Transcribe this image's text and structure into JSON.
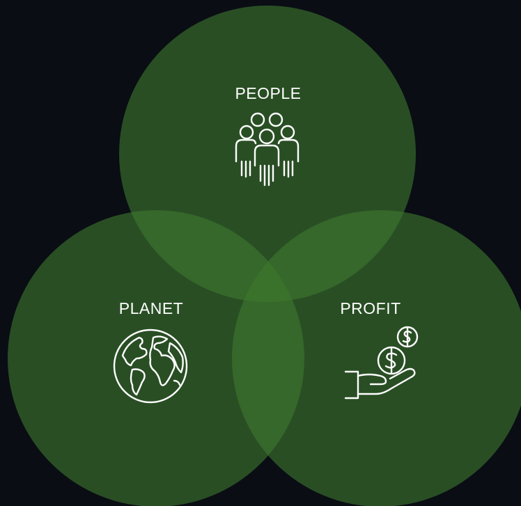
{
  "diagram": {
    "background_color": "#0a0d14",
    "circle_color": "#3e7a2e",
    "icon_color": "#ffffff",
    "sets": [
      {
        "id": "people",
        "label": "PEOPLE",
        "icon": "people-group-icon"
      },
      {
        "id": "planet",
        "label": "PLANET",
        "icon": "globe-icon"
      },
      {
        "id": "profit",
        "label": "PROFIT",
        "icon": "hand-coins-icon"
      }
    ]
  }
}
